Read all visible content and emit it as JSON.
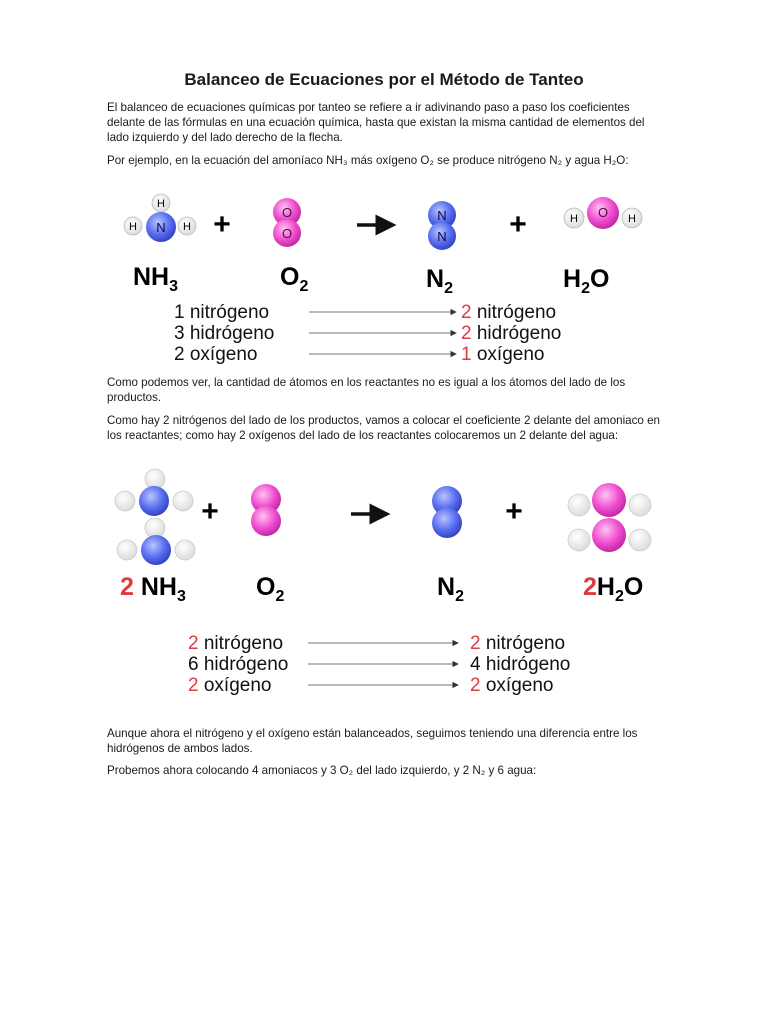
{
  "title": "Balanceo de Ecuaciones por el Método de Tanteo",
  "paragraphs": {
    "p1": "El balanceo de ecuaciones químicas por tanteo se refiere a ir adivinando paso a paso los coeficientes delante de las fórmulas en una ecuación química, hasta que existan la misma cantidad de elementos del lado izquierdo y del lado derecho de la flecha.",
    "p2": "Por ejemplo, en la ecuación del amoníaco NH₃ más oxígeno O₂ se produce nitrógeno N₂ y agua H₂O:",
    "p3": "Como podemos ver, la cantidad de átomos en los reactantes no es igual a los átomos del lado de los productos.",
    "p4": "Como hay 2 nitrógenos del lado de los productos, vamos a colocar el coeficiente 2 delante del amoniaco en los reactantes; como hay 2 oxígenos del lado de los reactantes colocaremos un 2 delante del agua:",
    "p5": "Aunque ahora el nitrógeno y el oxígeno están balanceados, seguimos teniendo una diferencia entre los hidrógenos de ambos lados.",
    "p6": "Probemos ahora colocando 4 amoniacos y 3 O₂ del lado izquierdo, y 2 N₂ y 6 agua:"
  },
  "figure1": {
    "atoms": {
      "h": "H",
      "n": "N",
      "o": "O"
    },
    "plus": "+",
    "formulas": {
      "nh3_main": "NH",
      "nh3_sub": "3",
      "o2_main": "O",
      "o2_sub": "2",
      "n2_main": "N",
      "n2_sub": "2",
      "h2o_main1": "H",
      "h2o_sub": "2",
      "h2o_main2": "O"
    },
    "rows": [
      {
        "left_num": "1",
        "left_label": "nitrógeno",
        "right_num": "2",
        "right_label": "nitrógeno"
      },
      {
        "left_num": "3",
        "left_label": "hidrógeno",
        "right_num": "2",
        "right_label": "hidrógeno"
      },
      {
        "left_num": "2",
        "left_label": "oxígeno",
        "right_num": "1",
        "right_label": "oxígeno"
      }
    ]
  },
  "figure2": {
    "plus": "+",
    "formulas": {
      "nh3_coef": "2",
      "nh3_main": "NH",
      "nh3_sub": "3",
      "o2_main": "O",
      "o2_sub": "2",
      "n2_main": "N",
      "n2_sub": "2",
      "h2o_coef": "2",
      "h2o_main1": "H",
      "h2o_sub": "2",
      "h2o_main2": "O"
    },
    "rows": [
      {
        "left_num": "2",
        "left_label": "nitrógeno",
        "right_num": "2",
        "right_label": "nitrógeno"
      },
      {
        "left_num": "6",
        "left_label": "hidrógeno",
        "right_num": "4",
        "right_label": "hidrógeno"
      },
      {
        "left_num": "2",
        "left_label": "oxígeno",
        "right_num": "2",
        "right_label": "oxígeno"
      }
    ]
  },
  "colors": {
    "nitrogen": "#5a6ff0",
    "oxygen": "#f04fd0",
    "hydrogen": "#ffffff",
    "coefficient": "#e0393e"
  }
}
